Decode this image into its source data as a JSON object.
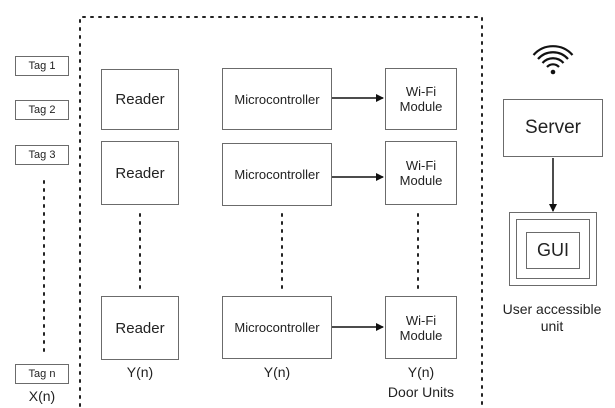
{
  "tags": [
    "Tag 1",
    "Tag 2",
    "Tag 3",
    "Tag n"
  ],
  "tags_label": "X(n)",
  "readers": [
    "Reader",
    "Reader",
    "Reader"
  ],
  "readers_label": "Y(n)",
  "microcontrollers": [
    "Microcontroller",
    "Microcontroller",
    "Microcontroller"
  ],
  "microcontrollers_label": "Y(n)",
  "wifi_modules": [
    "Wi-Fi\nModule",
    "Wi-Fi\nModule",
    "Wi-Fi\nModule"
  ],
  "wifi_label": "Y(n)",
  "door_units_label": "Door Units",
  "server": "Server",
  "gui": "GUI",
  "user_unit_label": "User accessible\nunit"
}
